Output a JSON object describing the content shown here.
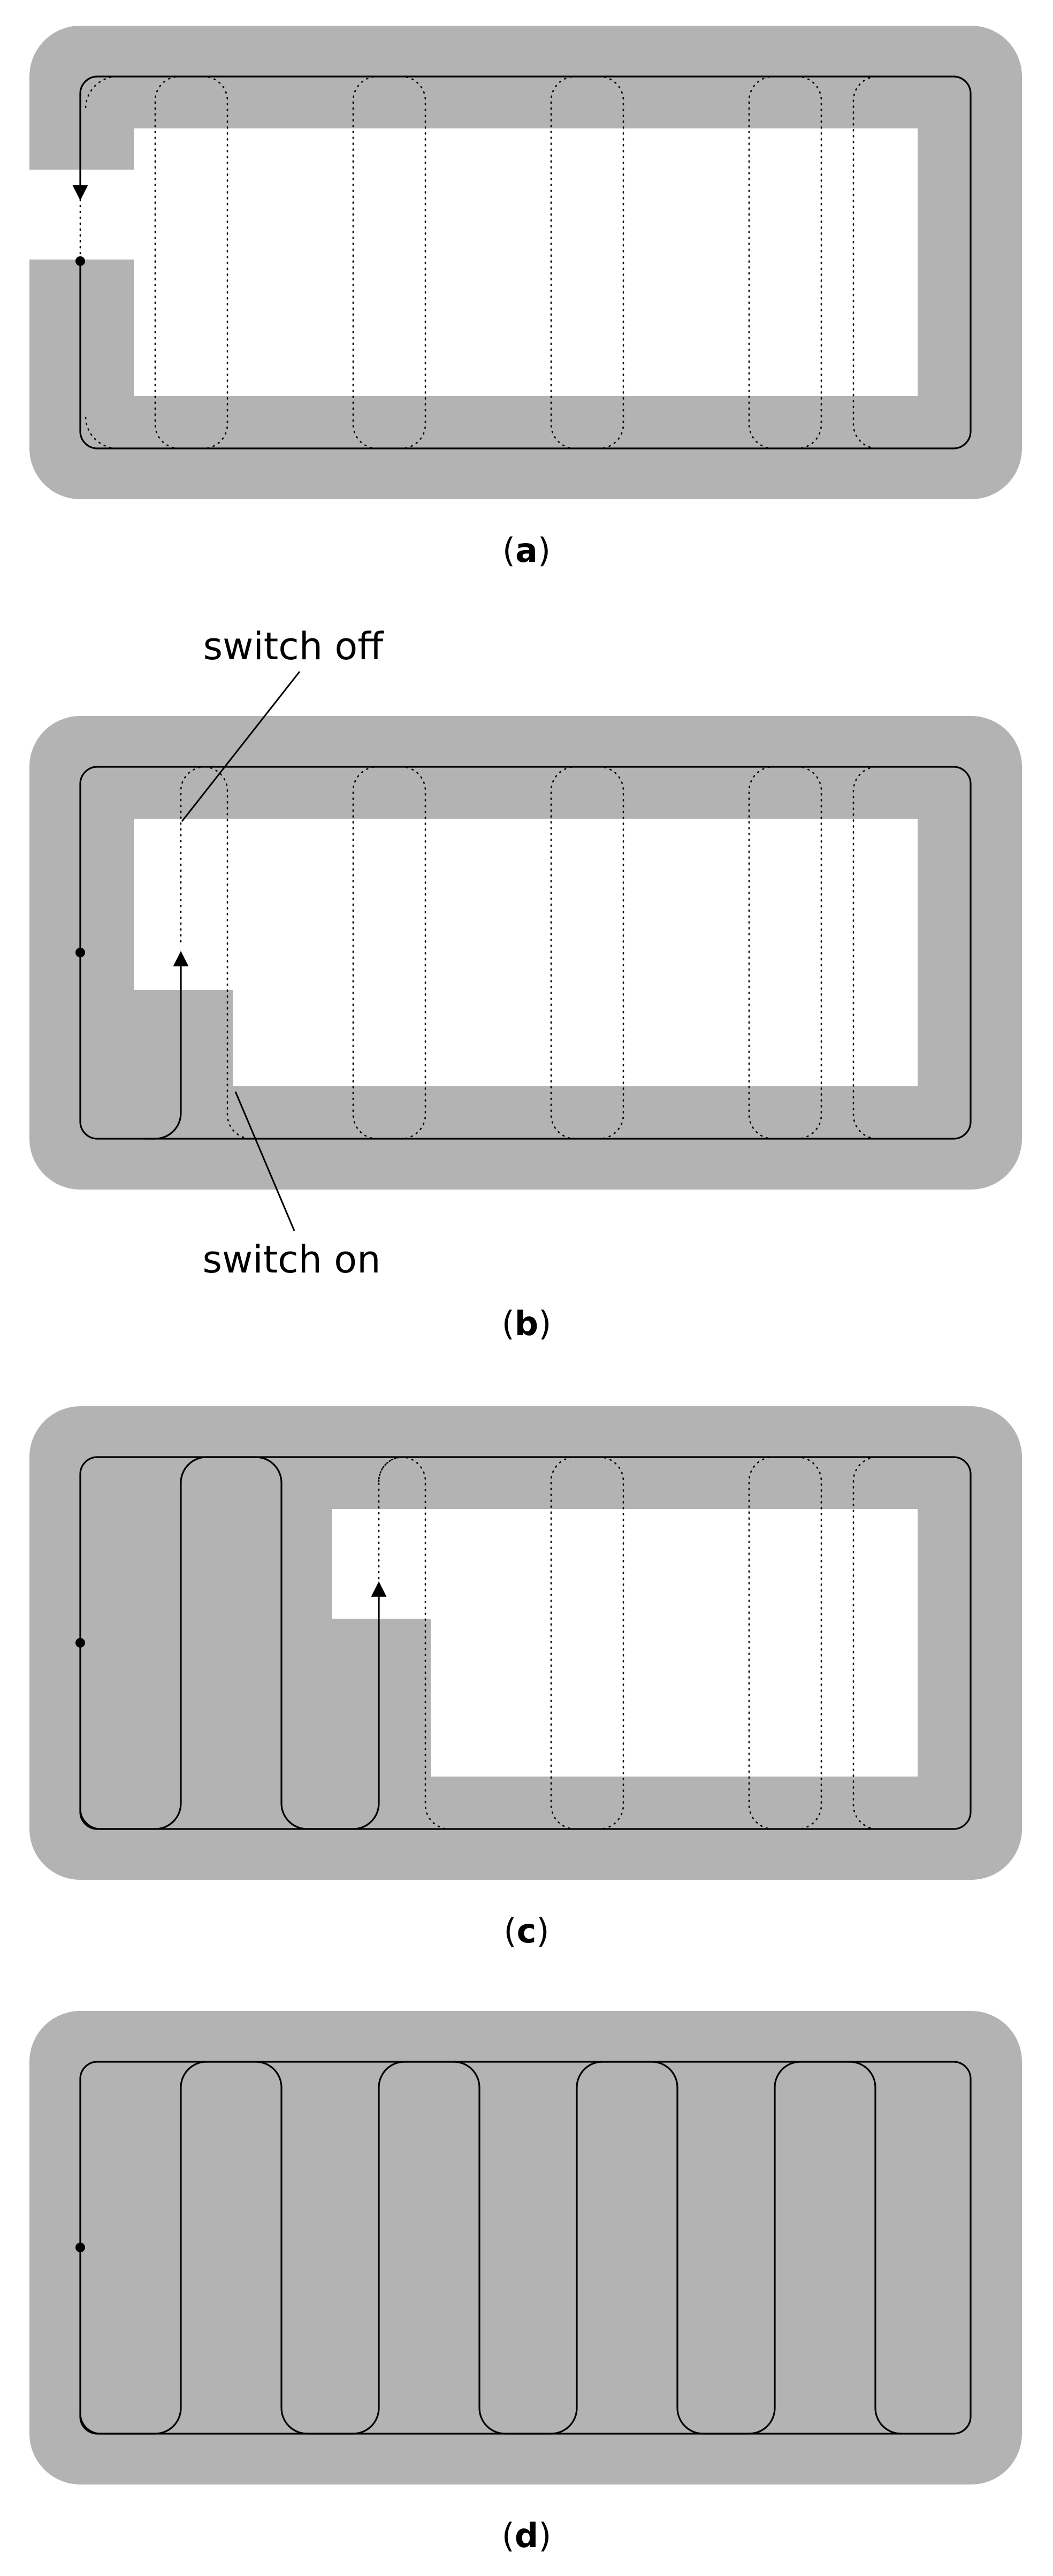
{
  "panels": [
    {
      "id": "a",
      "label": "a"
    },
    {
      "id": "b",
      "label": "b",
      "annotations": {
        "off": "switch off",
        "on": "switch on"
      }
    },
    {
      "id": "c",
      "label": "c"
    },
    {
      "id": "d",
      "label": "d"
    }
  ],
  "caption_open": "(",
  "caption_close": ")",
  "colors": {
    "shape_fill": "#b3b3b3",
    "path_stroke": "#000000",
    "background": "#ffffff"
  }
}
